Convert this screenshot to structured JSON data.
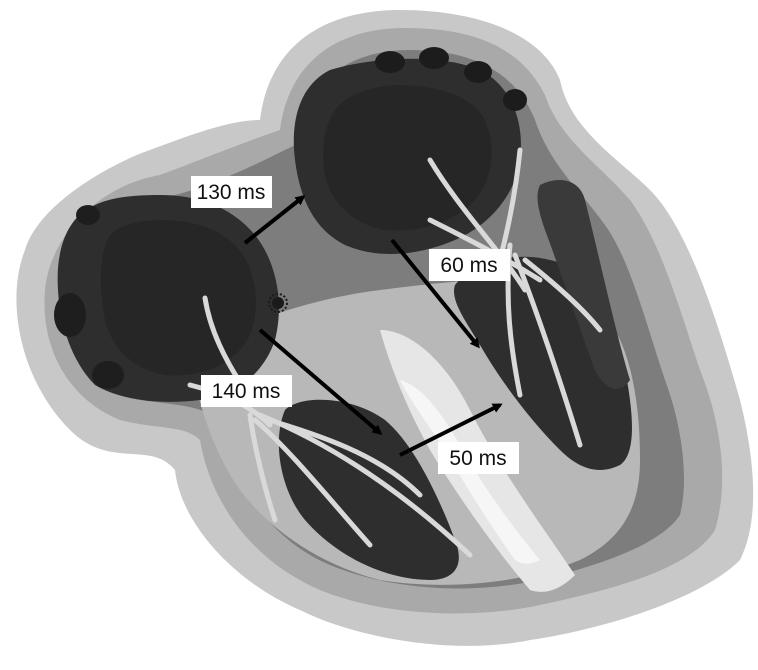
{
  "labels": {
    "a": "130 ms",
    "b": "60 ms",
    "c": "140 ms",
    "d": "50 ms"
  },
  "colors": {
    "background": "#ffffff",
    "outer_tissue": "#c8c8c8",
    "mid_tissue": "#a9a9a9",
    "inner_tissue": "#7d7d7d",
    "chamber": "#2e2e2e",
    "chamber_core": "#262626",
    "septum_light": "#e6e6e6",
    "fiber": "#d9d9d9",
    "arrow": "#000000",
    "label_box": "#ffffff"
  }
}
